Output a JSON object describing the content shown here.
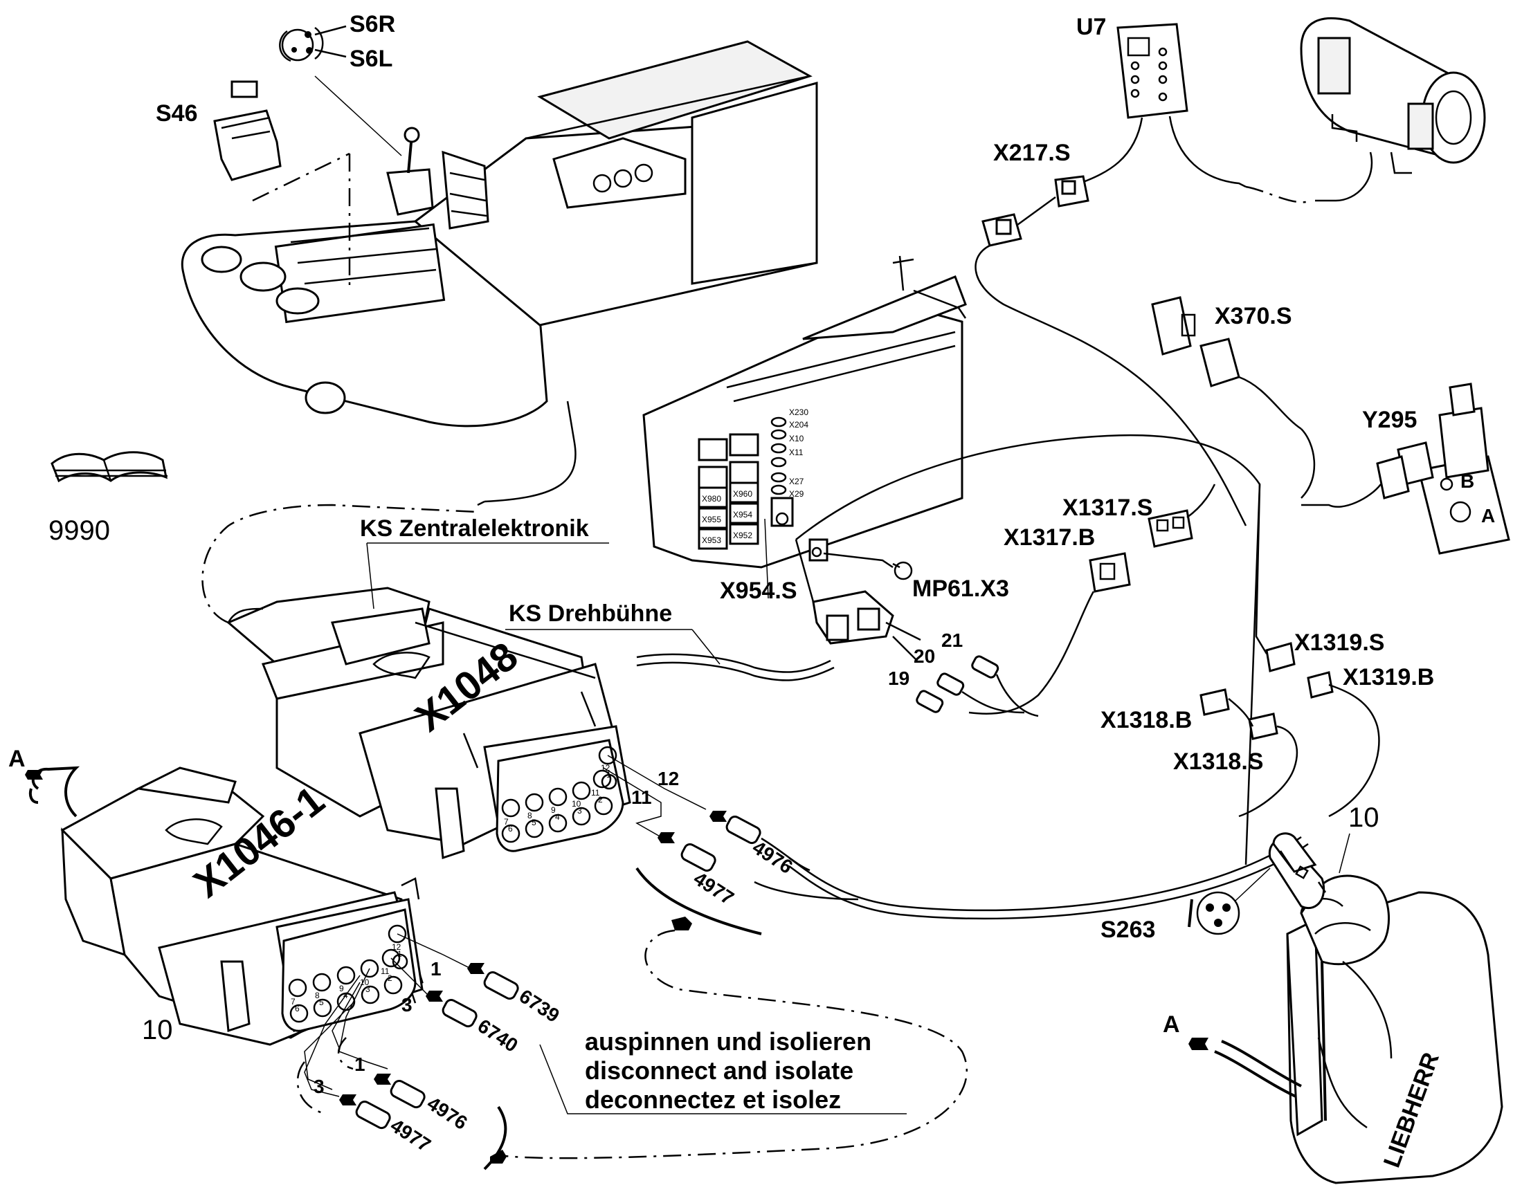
{
  "labels": {
    "s6r": "S6R",
    "s6l": "S6L",
    "s46": "S46",
    "u7": "U7",
    "x217s": "X217.S",
    "x370s": "X370.S",
    "y295": "Y295",
    "x1317s": "X1317.S",
    "x1317b": "X1317.B",
    "mp61x3": "MP61.X3",
    "x954s": "X954.S",
    "ks_zentral": "KS Zentralelektronik",
    "ks_dreh": "KS Drehbühne",
    "x1319s": "X1319.S",
    "x1319b": "X1319.B",
    "x1318b": "X1318.B",
    "x1318s": "X1318.S",
    "x1048": "X1048",
    "x1046": "X1046-1",
    "ref_9990": "9990",
    "ref_10_left": "10",
    "ref_10_right": "10",
    "s263": "S263",
    "arrow_a_left": "A",
    "arrow_a_right": "A",
    "wire_19": "19",
    "wire_20": "20",
    "wire_21": "21",
    "wire_12": "12",
    "wire_11": "11",
    "wire_1a": "1",
    "wire_3a": "3",
    "wire_1b": "1",
    "wire_3b": "3",
    "ferrule_4976a": "4976",
    "ferrule_4977a": "4977",
    "ferrule_6739": "6739",
    "ferrule_6740": "6740",
    "ferrule_4976b": "4976",
    "ferrule_4977b": "4977",
    "valve_b": "B",
    "valve_a": "A",
    "brand": "LIEBHERR"
  },
  "rack_slots": [
    "X230",
    "X204",
    "X10",
    "X11",
    "X27",
    "X29"
  ],
  "rack_boxes": [
    "X980",
    "X960",
    "X955",
    "X954",
    "X953",
    "X952"
  ],
  "x1048_pins": [
    "7",
    "6",
    "8",
    "5",
    "9",
    "4",
    "10",
    "3",
    "11",
    "2",
    "12",
    "1"
  ],
  "x1046_pins": [
    "7",
    "6",
    "8",
    "5",
    "9",
    "4",
    "10",
    "3",
    "11",
    "2",
    "12",
    "1"
  ],
  "note": {
    "line1": "auspinnen und isolieren",
    "line2": "disconnect and isolate",
    "line3": "deconnectez et isolez"
  }
}
